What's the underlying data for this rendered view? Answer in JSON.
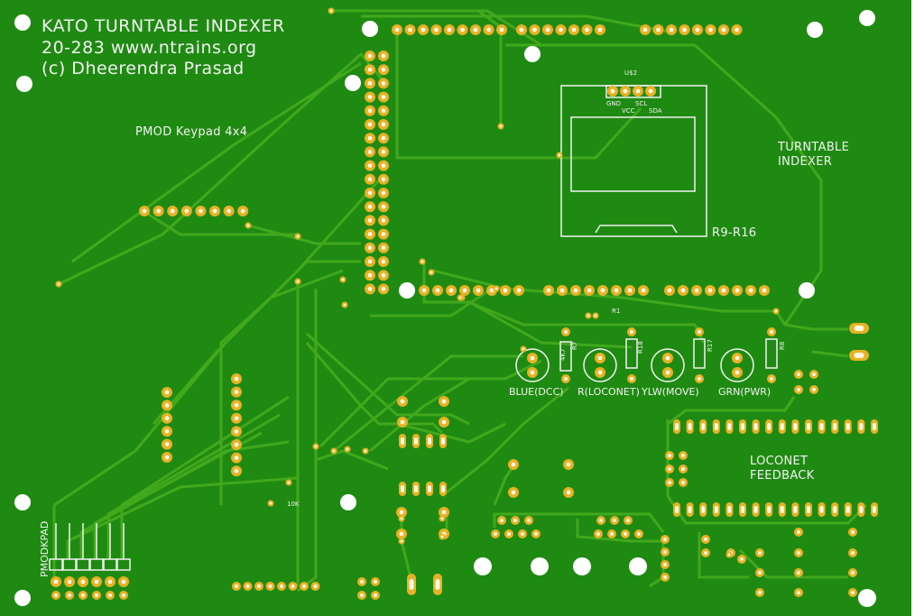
{
  "board": {
    "title_line1": "KATO TURNTABLE INDEXER",
    "title_line2": "20-283  www.ntrains.org",
    "title_line3": "(c) Dheerendra Prasad",
    "keypad_label": "PMOD Keypad 4x4",
    "turntable_line1": "TURNTABLE",
    "turntable_line2": "INDEXER",
    "resistor_bank_label": "R9-R16",
    "loconet_line1": "LOCONET",
    "loconet_line2": "FEEDBACK",
    "pmod_header_label": "PMODKPAD",
    "small_resistor_label": "10K",
    "small_part_label": "R1",
    "display": {
      "ref": "U$2",
      "pins": [
        "GND",
        "VCC",
        "SCL",
        "SDA"
      ]
    },
    "leds": [
      {
        "label": "BLUE(DCC)"
      },
      {
        "label": "R(LOCONET)"
      },
      {
        "label": "YLW(MOVE)"
      },
      {
        "label": "GRN(PWR)"
      }
    ],
    "resistors": [
      {
        "ref": "R7",
        "value": "4K7"
      },
      {
        "ref": "R18",
        "value": ""
      },
      {
        "ref": "R17",
        "value": ""
      },
      {
        "ref": "R8",
        "value": ""
      }
    ],
    "colors": {
      "board": "#1f8a12",
      "trace": "#42a81c",
      "pad": "#e7b226",
      "hole": "#ffffff",
      "silkscreen": "#f2f2f2"
    }
  }
}
